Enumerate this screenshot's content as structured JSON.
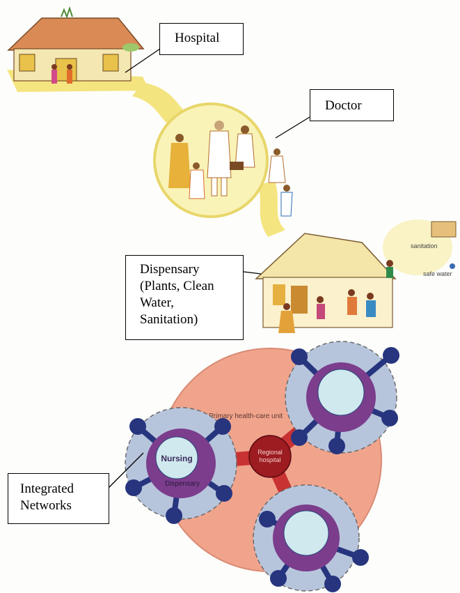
{
  "callouts": {
    "hospital": "Hospital",
    "doctor": "Doctor",
    "dispensary": [
      "Dispensary",
      "(Plants, Clean",
      "Water,",
      "Sanitation)"
    ],
    "integrated_networks": [
      "Integrated",
      "Networks"
    ]
  },
  "scene": {
    "sign_sanitation": "sanitation",
    "sign_safe_water": "safe water"
  },
  "network": {
    "outer_label": "Primary health-care unit",
    "center_label": [
      "Regional",
      "hospital"
    ],
    "node_labels": {
      "nursing": "Nursing",
      "dispensary": "Dispensary"
    }
  },
  "colors": {
    "path": "#f3e06a",
    "primary_unit": "#f1a48c",
    "regional_hospital": "#9c1c22",
    "spoke": "#c83232",
    "dispensary_ring": "#7b3d8c",
    "nursing_core": "#cfe9ef",
    "outer_ring": "#b7c5dc",
    "satellite": "#27357f"
  }
}
